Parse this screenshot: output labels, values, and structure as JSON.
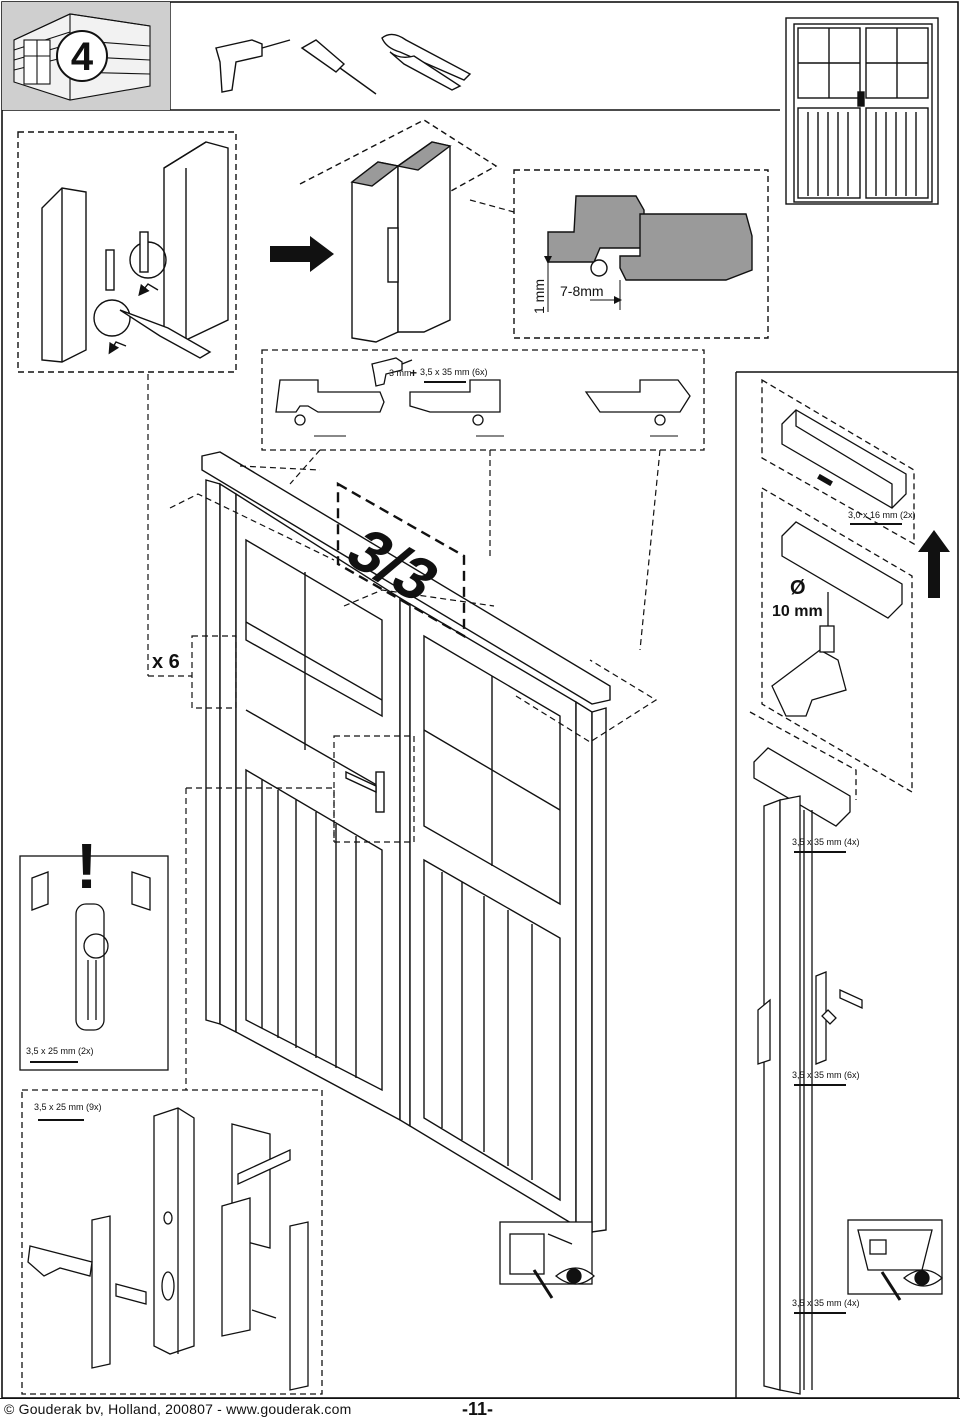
{
  "step": {
    "number": "4"
  },
  "stage_label": "3/3",
  "multiplier": "x 6",
  "labels": {
    "gap_vertical": "1 mm",
    "gap_horizontal": "7-8mm",
    "pilot_drill": "3 mm",
    "plus": "+",
    "hinge_screw": "3,5 x 35 mm (6x)",
    "strip_screw": "3,0 x 16 mm (2x)",
    "drill_diameter_symbol": "Ø",
    "drill_diameter": "10 mm",
    "bolt_screw_4x": "3,5 x 35 mm (4x)",
    "bolt_screw_6x": "3,5 x 35 mm (6x)",
    "bolt_screw_4x_bottom": "3,5 x 35 mm (4x)",
    "handle_screw": "3,5 x 25 mm (2x)",
    "lock_screw": "3,5 x 25 mm (9x)",
    "warning": "!"
  },
  "footer": {
    "copyright": "© Gouderak bv, Holland, 200807  -  www.gouderak.com",
    "page_number": "-11-"
  },
  "icons": [
    "shed-icon",
    "drill-icon",
    "screwdriver-icon",
    "pliers-icon",
    "eye-icon",
    "arrow-up-icon"
  ]
}
